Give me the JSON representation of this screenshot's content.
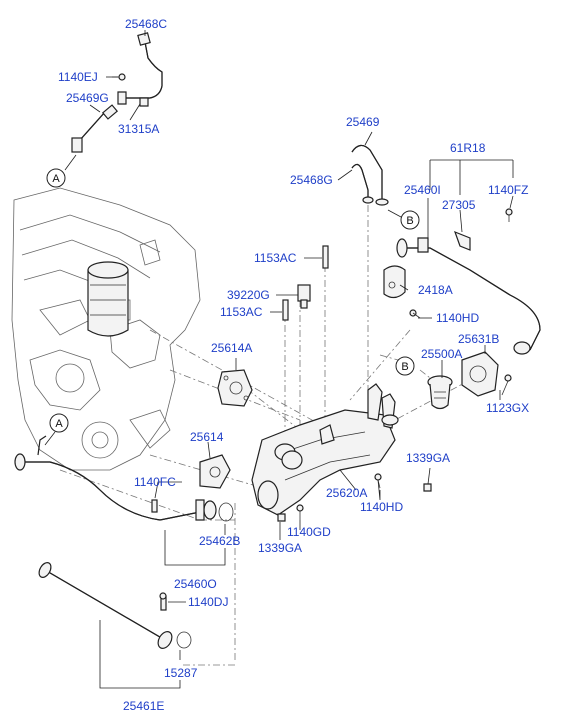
{
  "labels": {
    "p25468C": "25468C",
    "p1140EJ": "1140EJ",
    "p25469G": "25469G",
    "p31315A": "31315A",
    "p25469": "25469",
    "p25468G": "25468G",
    "p61R18": "61R18",
    "p25460I": "25460I",
    "p1140FZ": "1140FZ",
    "p27305": "27305",
    "p1153AC_top": "1153AC",
    "p39220G": "39220G",
    "p1153AC_mid": "1153AC",
    "p2418A": "2418A",
    "p1140HD_top": "1140HD",
    "p25631B": "25631B",
    "p25614A": "25614A",
    "p25500A": "25500A",
    "p1123GX": "1123GX",
    "p25614": "25614",
    "p1339GA_right": "1339GA",
    "p1140FC": "1140FC",
    "p25620A": "25620A",
    "p1140HD_bot": "1140HD",
    "p1140GD": "1140GD",
    "p1339GA_bot": "1339GA",
    "p25462B": "25462B",
    "p25460O": "25460O",
    "p1140DJ": "1140DJ",
    "p15287": "15287",
    "p25461E": "25461E"
  },
  "callouts": {
    "A1": "A",
    "A2": "A",
    "B1": "B",
    "B2": "B"
  }
}
